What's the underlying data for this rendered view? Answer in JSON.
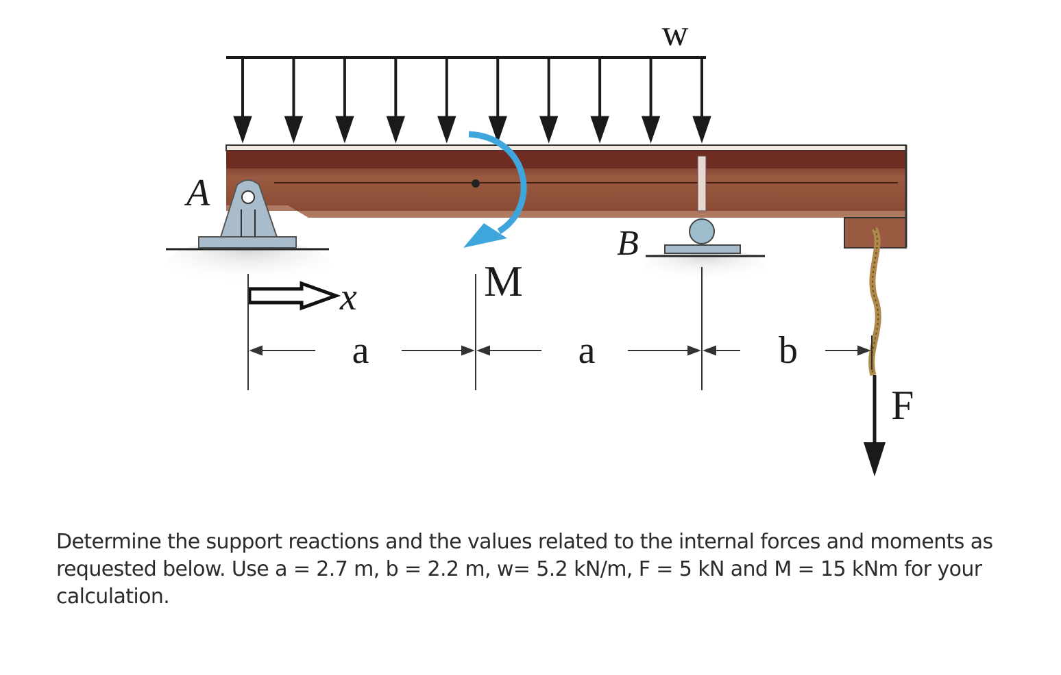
{
  "labels": {
    "distributed_load": "w",
    "support_a": "A",
    "support_b": "B",
    "moment": "M",
    "x_axis": "x",
    "force": "F",
    "dim_a1": "a",
    "dim_a2": "a",
    "dim_b": "b"
  },
  "problem_text": "Determine the support reactions and the values related to the internal forces and moments as requested below. Use a = 2.7 m, b = 2.2 m, w= 5.2 kN/m, F = 5 kN and M = 15 kNm for your calculation.",
  "colors": {
    "beam": "#8a4a33",
    "beam_top": "#6e2c22",
    "moment_arrow": "#3ea6dc",
    "support": "#a8bccb"
  }
}
